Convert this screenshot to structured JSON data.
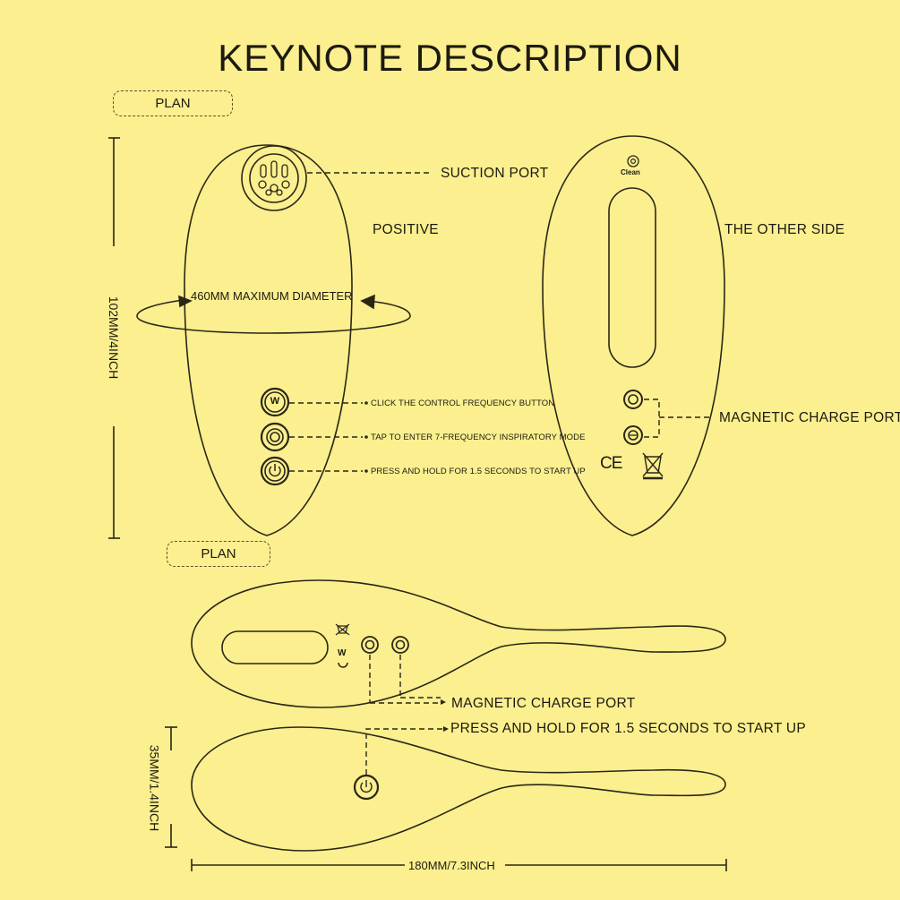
{
  "title": "KEYNOTE DESCRIPTION",
  "plan_tag_top": "PLAN",
  "plan_tag_bottom": "PLAN",
  "front": {
    "side_label": "POSITIVE",
    "suction_port": "SUCTION PORT",
    "diameter": "460MM MAXIMUM DIAMETER",
    "height_dim": "102MM/4INCH",
    "buttons": [
      {
        "icon": "w-frequency-icon",
        "text": "CLICK THE CONTROL FREQUENCY BUTTON"
      },
      {
        "icon": "mode-ring-icon",
        "text": "TAP TO ENTER 7-FREQUENCY INSPIRATORY MODE"
      },
      {
        "icon": "power-icon",
        "text": "PRESS AND HOLD FOR 1.5 SECONDS TO START UP"
      }
    ]
  },
  "back": {
    "side_label": "THE OTHER SIDE",
    "clean_label": "Clean",
    "charge_port": "MAGNETIC CHARGE PORT",
    "ce_mark": "CE"
  },
  "plan": {
    "charge_port": "MAGNETIC CHARGE PORT",
    "power_text": "PRESS AND HOLD FOR 1.5 SECONDS TO START UP",
    "width_dim": "35MM/1.4INCH",
    "length_dim": "180MM/7.3INCH"
  }
}
